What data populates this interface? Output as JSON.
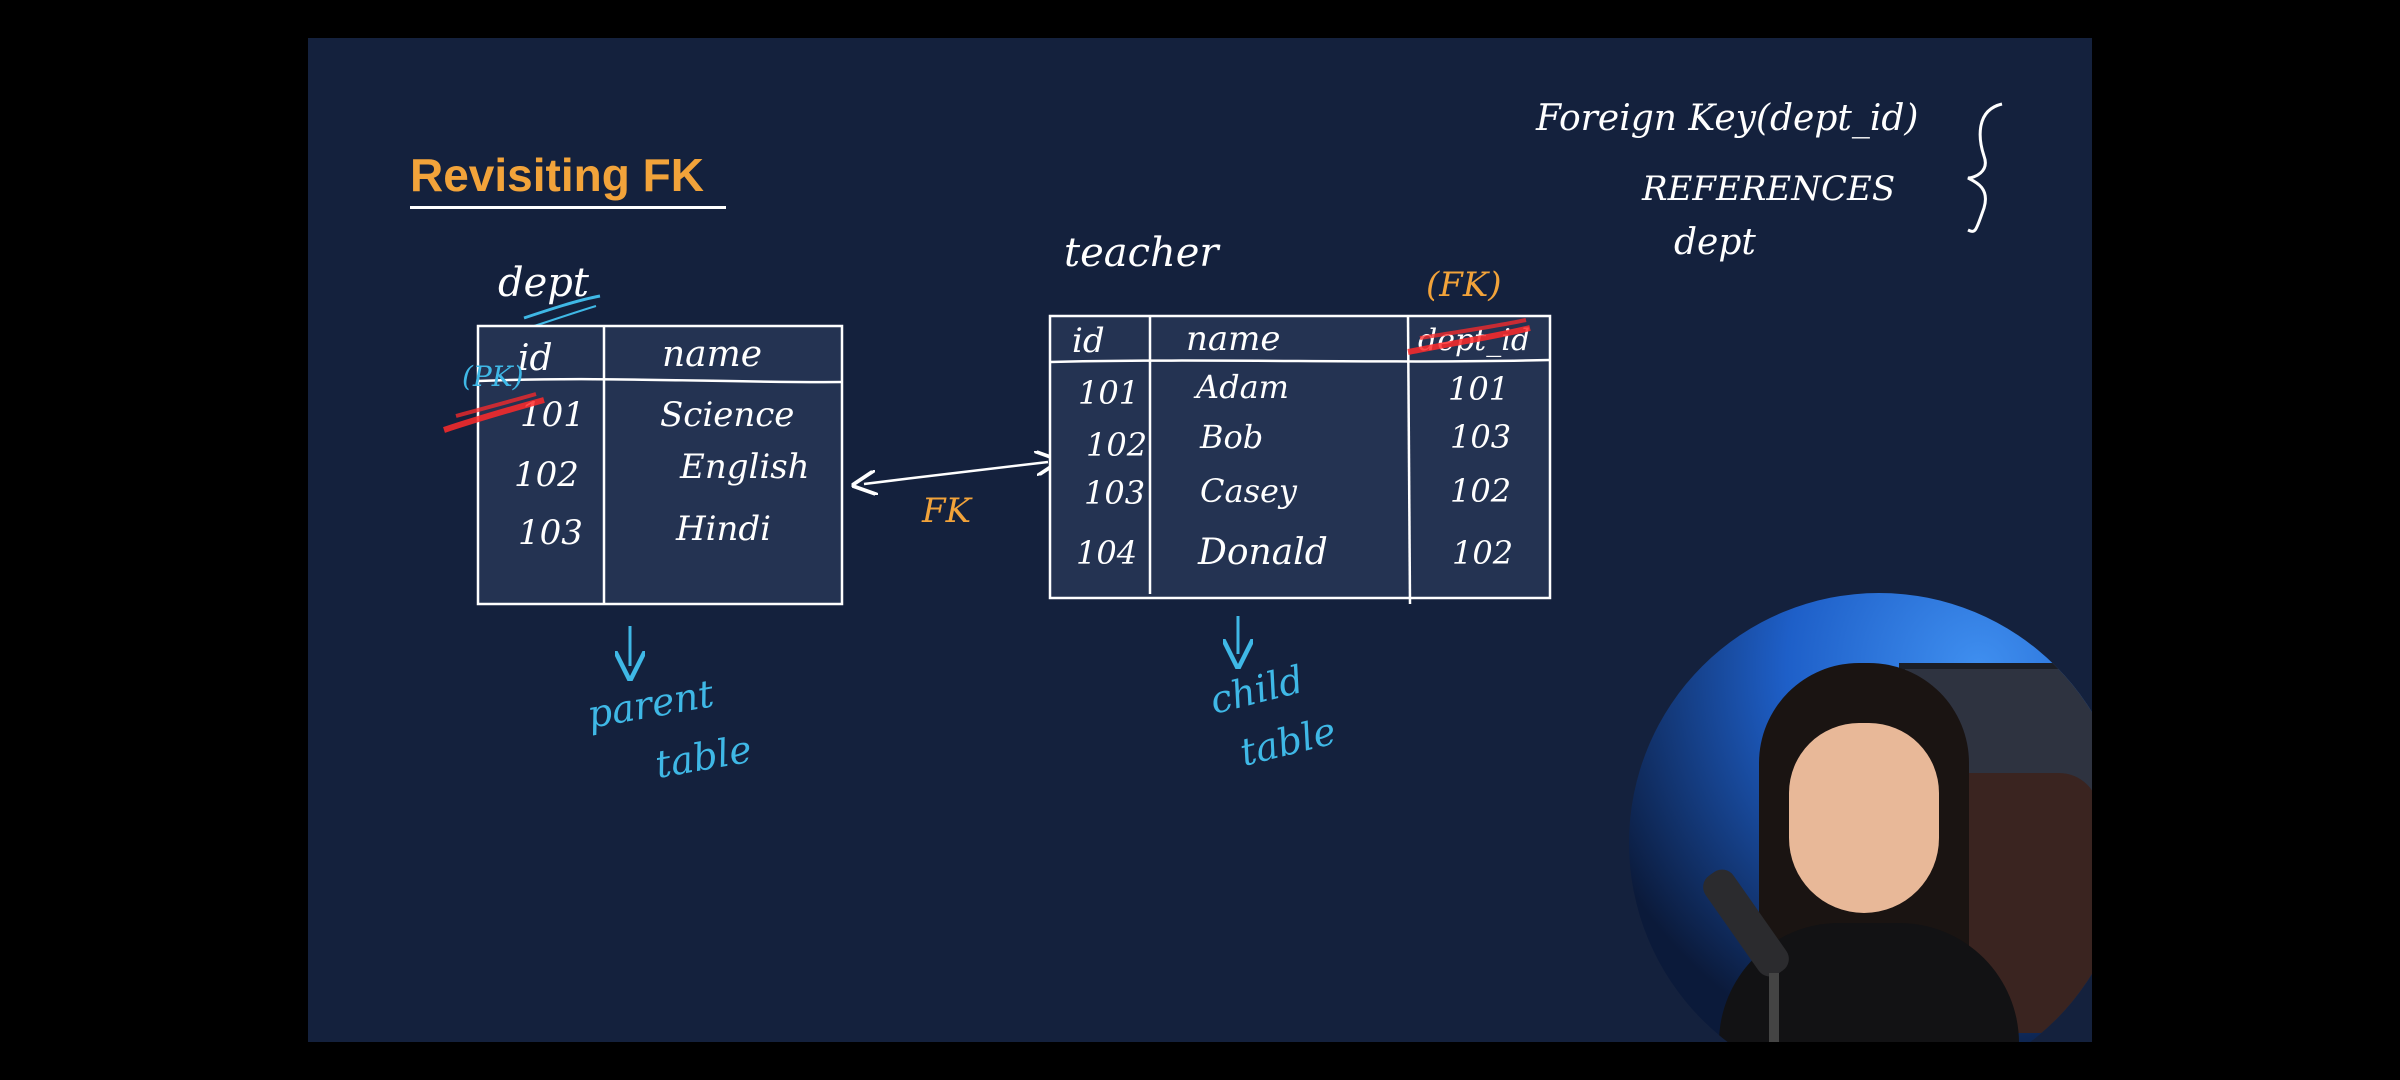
{
  "slide": {
    "title": "Revisiting FK",
    "background_color": "#14213d",
    "accent_color": "#f2a33a",
    "annotation_color": "#3fb8e6",
    "highlight_color": "#ff2a2a"
  },
  "dept_table": {
    "name": "dept",
    "headers": [
      "id",
      "name"
    ],
    "rows": [
      [
        "101",
        "Science"
      ],
      [
        "102",
        "English"
      ],
      [
        "103",
        "Hindi"
      ]
    ],
    "key_note": "(PK)",
    "caption": [
      "parent",
      "table"
    ]
  },
  "teacher_table": {
    "name": "teacher",
    "headers": [
      "id",
      "name",
      "dept_id"
    ],
    "rows": [
      [
        "101",
        "Adam",
        "101"
      ],
      [
        "102",
        "Bob",
        "103"
      ],
      [
        "103",
        "Casey",
        "102"
      ],
      [
        "104",
        "Donald",
        "102"
      ]
    ],
    "key_note": "(FK)",
    "caption": [
      "child",
      "table"
    ]
  },
  "relation_label": "FK",
  "syntax_note": {
    "line1": "Foreign Key(dept_id)",
    "line2": "REFERENCES",
    "line3": "dept"
  },
  "presenter": {
    "icon": "presenter-webcam-icon"
  }
}
